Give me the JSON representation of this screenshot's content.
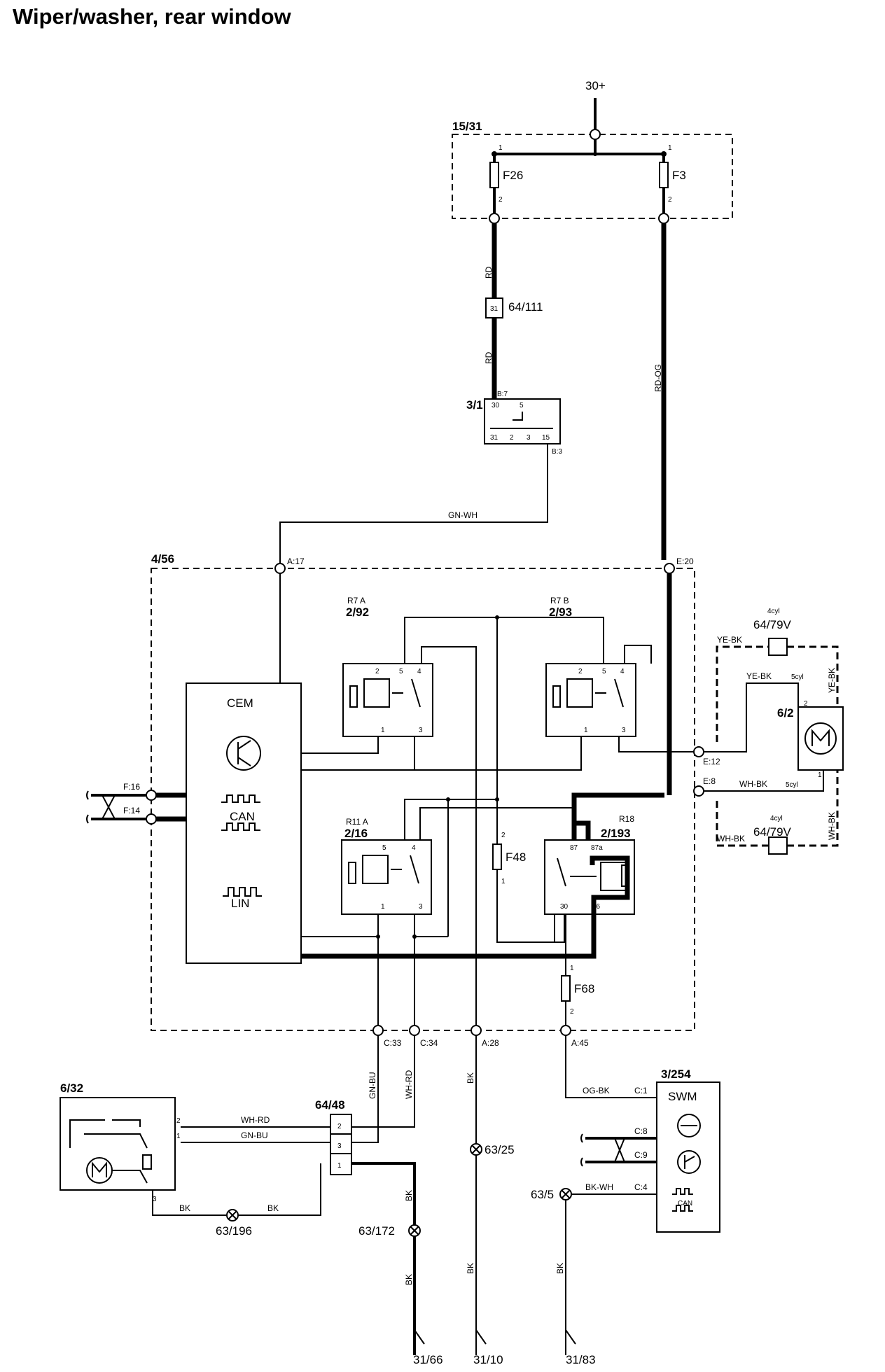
{
  "title": "Wiper/washer, rear window",
  "supply": "30+",
  "fuse_box": {
    "id": "15/31",
    "fuses": [
      "F26",
      "F3"
    ],
    "pin1": "1",
    "pin2": "2"
  },
  "connector_64_111": "64/111",
  "relay_3_1": {
    "id": "3/1",
    "pin_top": "B:7",
    "pin_bottom": "B:3"
  },
  "cem_box": {
    "id": "4/56",
    "name": "CEM",
    "can": "CAN",
    "lin": "LIN",
    "pins": [
      "A:17",
      "E:20",
      "E:12",
      "E:8",
      "F:16",
      "F:14",
      "C:33",
      "C:34",
      "A:28",
      "A:45"
    ]
  },
  "relays": [
    {
      "ref": "R7 A",
      "id": "2/92"
    },
    {
      "ref": "R7 B",
      "id": "2/93"
    },
    {
      "ref": "R11 A",
      "id": "2/16"
    },
    {
      "ref": "R18",
      "id": "2/193"
    }
  ],
  "fuses_internal": [
    "F48",
    "F68"
  ],
  "motor_rear": {
    "id": "6/2",
    "pin1": "1",
    "pin2": "2"
  },
  "variant_labels": {
    "four_cyl": "4cyl",
    "five_cyl": "5cyl",
    "conn": "64/79V"
  },
  "motor_washer": {
    "id": "6/32",
    "pins": [
      "2",
      "1",
      "3"
    ]
  },
  "connector_64_48": "64/48",
  "swm": {
    "id": "3/254",
    "name": "SWM",
    "can": "CAN",
    "pins": [
      "C:1",
      "C:8",
      "C:9",
      "C:4"
    ]
  },
  "wire_colors": [
    "RD",
    "RD",
    "RD-OG",
    "GN-WH",
    "YE-BK",
    "YE-BK",
    "WH-BK",
    "WH-BK",
    "WH-BK",
    "GN-BU",
    "WH-RD",
    "BK",
    "OG-BK",
    "BK-WH",
    "WH-RD",
    "GN-BU",
    "BK",
    "BK",
    "BK",
    "BK",
    "BK",
    "BK"
  ],
  "splices": [
    "63/25",
    "63/172",
    "63/196",
    "63/5"
  ],
  "grounds": [
    "31/66",
    "31/10",
    "31/83"
  ]
}
